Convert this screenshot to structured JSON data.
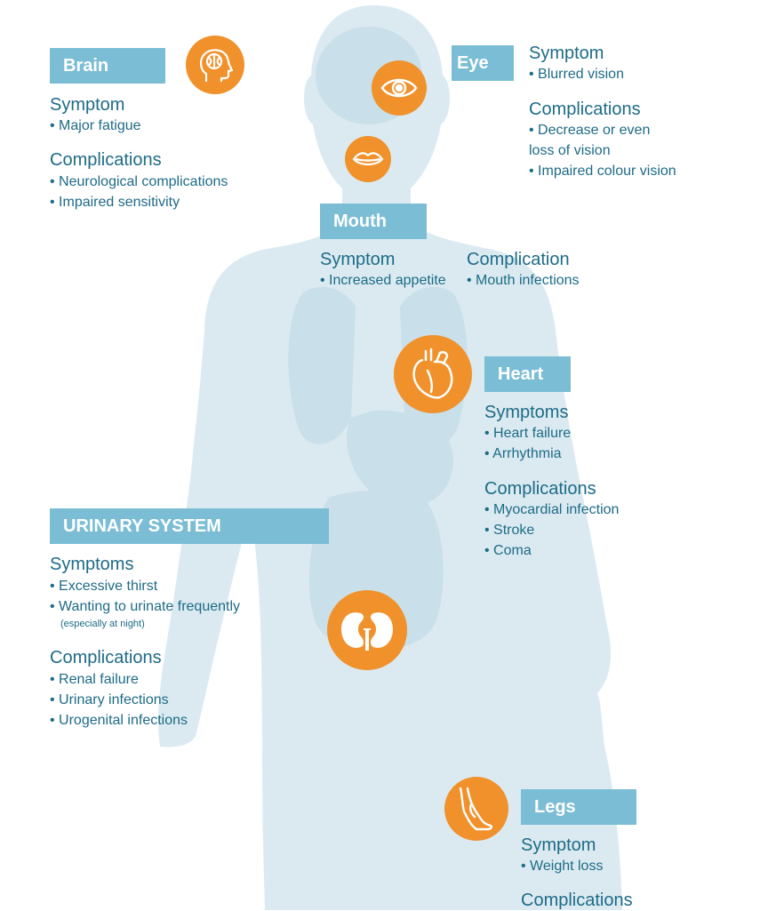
{
  "colors": {
    "accent_orange": "#f0912c",
    "label_blue": "#7bbdd5",
    "text_teal": "#1d6b87",
    "figure_light": "#dbeaf1",
    "organ_shade": "#c9dfe9"
  },
  "brain": {
    "label": "Brain",
    "icon": "brain-head-icon",
    "symptom_heading": "Symptom",
    "symptoms": [
      "• Major fatigue"
    ],
    "complications_heading": "Complications",
    "complications": [
      "• Neurological complications",
      "• Impaired sensitivity"
    ]
  },
  "eye": {
    "label": "Eye",
    "icon": "eye-icon",
    "symptom_heading": "Symptom",
    "symptoms": [
      "• Blurred vision"
    ],
    "complications_heading": "Complications",
    "complications": [
      "• Decrease or even",
      "loss of vision",
      "• Impaired colour vision"
    ]
  },
  "mouth": {
    "label": "Mouth",
    "icon": "lips-icon",
    "symptom_heading": "Symptom",
    "symptoms": [
      "• Increased appetite"
    ],
    "complication_heading": "Complication",
    "complications": [
      "• Mouth infections"
    ]
  },
  "heart": {
    "label": "Heart",
    "icon": "heart-icon",
    "symptoms_heading": "Symptoms",
    "symptoms": [
      "• Heart failure",
      "• Arrhythmia"
    ],
    "complications_heading": "Complications",
    "complications": [
      "• Myocardial infection",
      "• Stroke",
      "• Coma"
    ]
  },
  "urinary": {
    "label": "URINARY SYSTEM",
    "icon": "kidneys-icon",
    "symptoms_heading": "Symptoms",
    "symptoms": [
      "• Excessive thirst",
      "• Wanting to urinate frequently"
    ],
    "note": "(especially at night)",
    "complications_heading": "Complications",
    "complications": [
      "• Renal failure",
      "• Urinary infections",
      "• Urogenital infections"
    ]
  },
  "legs": {
    "label": "Legs",
    "icon": "leg-icon",
    "symptom_heading": "Symptom",
    "symptoms": [
      "• Weight loss"
    ],
    "complications_heading": "Complications"
  }
}
